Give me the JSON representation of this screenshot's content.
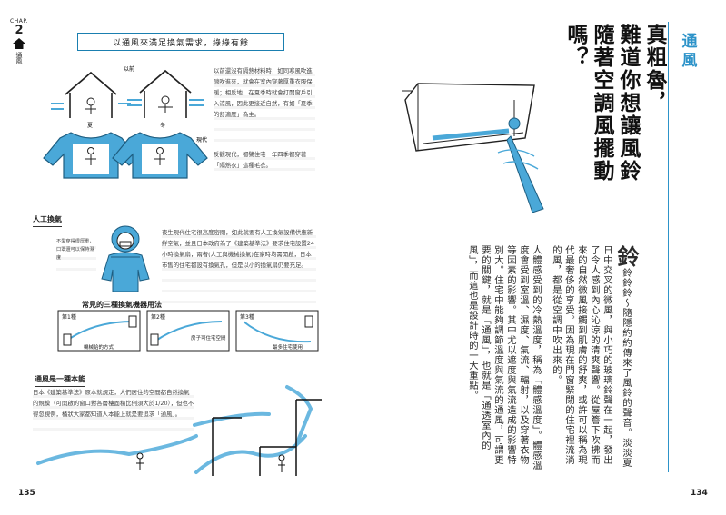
{
  "left_page": {
    "chapter": {
      "label": "CHAP.",
      "number": "2",
      "title": "通風"
    },
    "banner": "以通風來滿足換氣需求，綠綠有餘",
    "figure1": {
      "label_top_right": "以前",
      "label_bottom_right": "現代",
      "label_summer": "夏",
      "label_winter": "冬"
    },
    "para1": "以前還沒有隔熱材料時，如同寒風吹進隙吹進來，就會在室內穿著厚重衣服保暖；相反地，在夏季時就會打開窗戶引入涼風，因此更接近自然，有如「夏季的舒適度」為主。",
    "para2": "反觀現代，都譬住宅一年四季都穿著「隔熱衣」這種毛衣。",
    "section_artificial": "人工換氣",
    "para3": "夜生現代住宅很高度密閉，如此就要有人工換氣設備供應新鮮空氣，並且日本政府為了《建築基準法》要求住宅設置24小時換氣扇，兩者(人工與機械換氣)在家時均需開啟，日本市售的住宅都設有換氣孔，但是以小的換氣扇仍要充足。",
    "mascot_note": "不愛穿得很厚重，口罩還可以保持濕度",
    "subsection_common": "常見的三種換氣機器用法",
    "modes": [
      {
        "label": "第1種",
        "caption": "機械給的方式"
      },
      {
        "label": "第2種",
        "caption": "房子可住宅空間"
      },
      {
        "label": "第3種",
        "caption": "最多住宅使用"
      }
    ],
    "section_nature": "通風是一種本能",
    "para4": "日本《建築基準法》原本就規定，人們居住的空間都自然換氣的規模（可開啟的窗口對各層樓面積比例須大於1/20），但也不得忽視例，桶狀大家都知道人本能上就是要追求「通風」。",
    "page_number": "135"
  },
  "right_page": {
    "sidebar_title": "通風",
    "headline": [
      "真粗魯，",
      "難道你想讓風鈴",
      "隨著空調風擺動嗎？"
    ],
    "drop_cap": "鈴",
    "body_first": "鈴鈴鈴～隨隱約約傳來了風鈴的聲音。淡淡夏日中交叉的微風，與小巧的玻璃鈴聲在一起，發出了令人感到內心沁涼的清爽聲響。從屋簷下吹拂而來的自然微風接觸到肌膚的舒爽，或許可以稱為現代最奢侈的享受。因為現在門窗緊閉的住宅裡流淌的風，都是從空調中吹出來的。",
    "body_second": "人體感受到的冷熱溫度，稱為「體感溫度」。體感溫度會受到室溫、濕度、氣流、輻射，以及穿著衣物等因素的影響。其中尤以遮度與氣流造成的影響特別大。住宅中能夠調節溫度與氣流的通風，可謂更要的關鍵，就是「通風」，也就是「通透室內的風」，而這也是設計時的一大重點。",
    "page_number": "134"
  }
}
